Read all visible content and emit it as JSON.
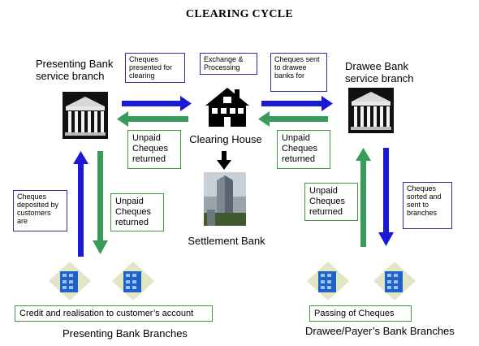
{
  "title": "CLEARING CYCLE",
  "nodes": {
    "presenting_branch": "Presenting Bank service branch",
    "drawee_branch": "Drawee Bank service branch",
    "clearing_house": "Clearing House",
    "settlement_bank": "Settlement Bank",
    "presenting_branches": "Presenting Bank Branches",
    "drawee_branches": "Drawee/Payer’s Bank Branches"
  },
  "notes": {
    "cheques_presented": "Cheques presented for clearing",
    "exchange_processing": "Exchange & Processing",
    "cheques_sent_drawee": "Cheques sent to drawee banks for",
    "unpaid_left_top": "Unpaid Cheques returned",
    "unpaid_right_top": "Unpaid Cheques returned",
    "cheques_deposited": "Cheques deposited by customers are",
    "unpaid_left_side": "Unpaid Cheques returned",
    "unpaid_right_side": "Unpaid Cheques returned",
    "cheques_sorted": "Cheques sorted and sent to branches",
    "credit_realisation": "Credit and realisation to customer’s account",
    "passing_cheques": "Passing of Cheques"
  },
  "colors": {
    "blue_arrow": "#1a1ad4",
    "green_arrow": "#3a9a5a",
    "blue_border": "#2f2f9a",
    "green_border": "#3e9a3e",
    "black_arrow": "#000000"
  },
  "icons": [
    "bank-building-icon",
    "clearing-house-icon",
    "skyscraper-icon",
    "branch-buildings-icon"
  ]
}
